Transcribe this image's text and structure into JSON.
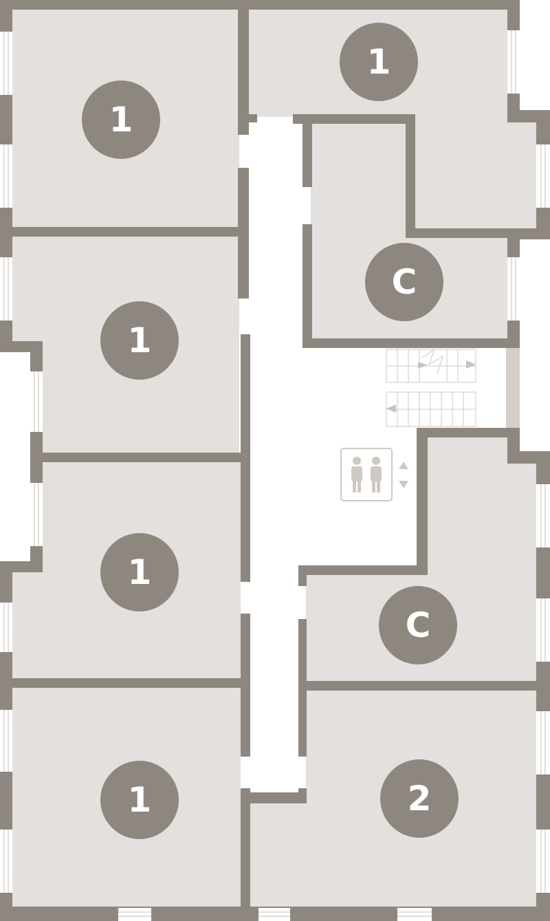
{
  "plan": {
    "units": [
      {
        "id": "unit-a",
        "label": "1"
      },
      {
        "id": "unit-b",
        "label": "1"
      },
      {
        "id": "unit-c",
        "label": "1"
      },
      {
        "id": "unit-d",
        "label": "1"
      },
      {
        "id": "unit-e",
        "label": "1"
      },
      {
        "id": "unit-f",
        "label": "C"
      },
      {
        "id": "unit-g",
        "label": "C"
      },
      {
        "id": "unit-h",
        "label": "2"
      }
    ],
    "icons": {
      "elevator": "elevator-icon",
      "stairs": "stairs-icon",
      "lift_arrows": "up-down-arrows-icon"
    },
    "colors": {
      "room_fill": "#e4e0dd",
      "wall": "#8e8780",
      "badge": "#8e8780",
      "badge_text": "#ffffff",
      "fixture_lines": "#cfc9c3"
    }
  }
}
